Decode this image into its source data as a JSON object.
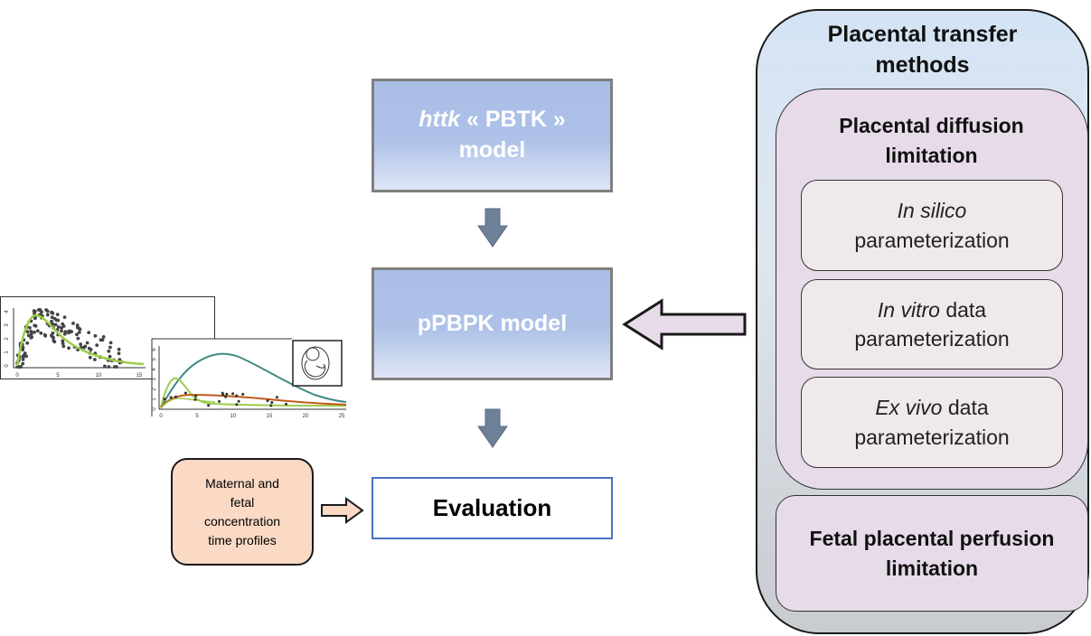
{
  "models": {
    "httk_italic": "httk",
    "httk_rest_line1": "« PBTK »",
    "httk_line2": "model",
    "ppbpk": "pPBPK model",
    "evaluation": "Evaluation"
  },
  "profiles": {
    "line1": "Maternal and",
    "line2": "fetal",
    "line3": "concentration",
    "line4": "time profiles"
  },
  "panel": {
    "title_line1": "Placental transfer",
    "title_line2": "methods",
    "diffusion_line1": "Placental diffusion",
    "diffusion_line2": "limitation",
    "in_silico_italic": "In silico",
    "in_silico_rest": "parameterization",
    "in_vitro_italic": "In vitro",
    "in_vitro_mid": " data",
    "in_vitro_rest": "parameterization",
    "ex_vivo_italic": "Ex vivo",
    "ex_vivo_mid": " data",
    "ex_vivo_rest": "parameterization",
    "perfusion_line1": "Fetal placental perfusion",
    "perfusion_line2": "limitation"
  },
  "plot1": {
    "y_ticks": [
      "0",
      "1",
      "2",
      "3",
      "4"
    ],
    "x_ticks": [
      "0",
      "5",
      "10",
      "15"
    ]
  },
  "plot2": {
    "y_ticks": [
      "0",
      "1",
      "2",
      "3",
      "4",
      "5",
      "6"
    ],
    "x_ticks": [
      "0",
      "5",
      "10",
      "15",
      "20",
      "25"
    ]
  },
  "colors": {
    "model_box": "#a9bde6",
    "model_border": "#7f7f7f",
    "arrow_down": "#6f8199",
    "panel_bg": "#d4e4f4",
    "diffusion_bg": "#e7dbe9",
    "method_bg": "#efe9ec",
    "profiles_bg": "#fad9c5",
    "eval_border": "#4a72c4",
    "green_curve": "#9dcc4c",
    "teal_curve": "#3f8a86",
    "orange_curve": "#c05a1a",
    "dots": "#444444"
  },
  "icons": {
    "down_arrow_1": "down-arrow-icon",
    "down_arrow_2": "down-arrow-icon",
    "left_arrow": "left-arrow-icon",
    "right_arrow": "right-arrow-icon",
    "fetus": "fetus-icon"
  }
}
